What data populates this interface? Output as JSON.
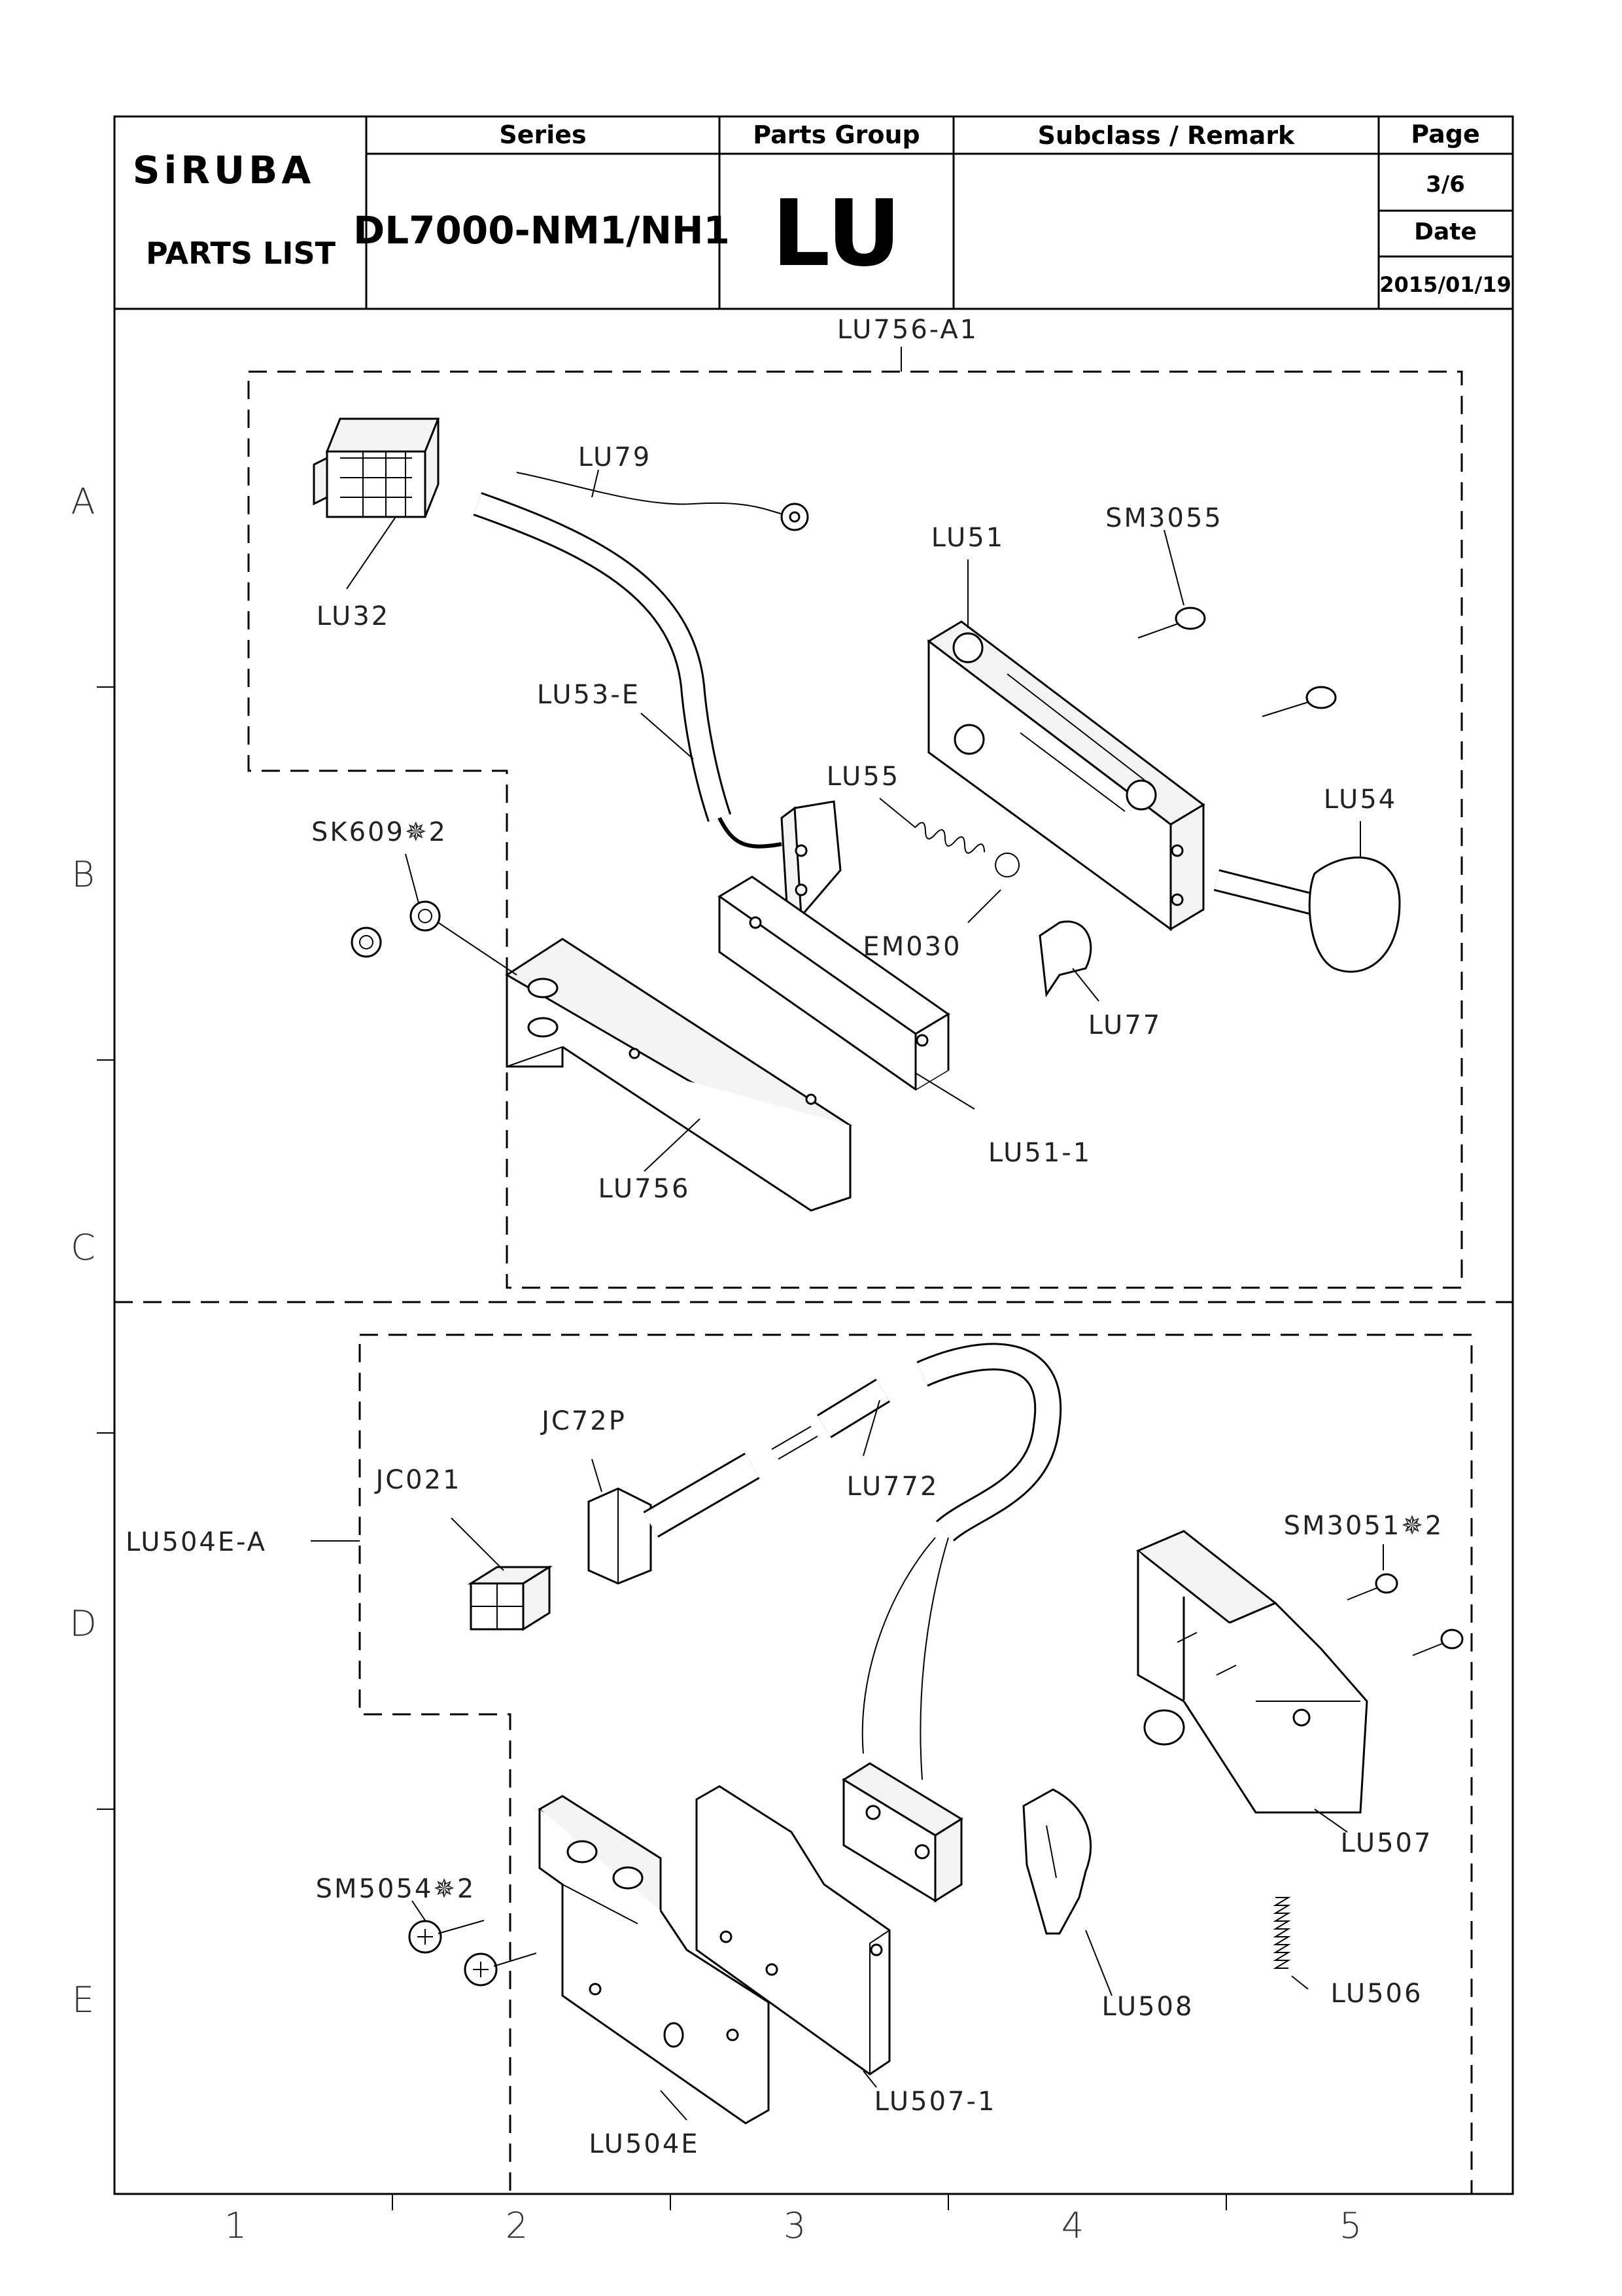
{
  "header": {
    "brand": "SiRUBA",
    "doc_type": "PARTS LIST",
    "series_label": "Series",
    "series_value": "DL7000-NM1/NH1",
    "parts_group_label": "Parts Group",
    "parts_group_value": "LU",
    "subclass_label": "Subclass / Remark",
    "subclass_value": "",
    "page_label": "Page",
    "page_value": "3/6",
    "date_label": "Date",
    "date_value": "2015/01/19"
  },
  "grid": {
    "rows": [
      "A",
      "B",
      "C",
      "D",
      "E"
    ],
    "columns": [
      "1",
      "2",
      "3",
      "4",
      "5"
    ]
  },
  "assemblies": {
    "upper": "LU756-A1",
    "lower": "LU504E-A"
  },
  "callouts": {
    "lu79": "LU79",
    "lu32": "LU32",
    "lu51": "LU51",
    "sm3055": "SM3055",
    "lu53e": "LU53-E",
    "lu55": "LU55",
    "lu54": "LU54",
    "sk609": "SK609✵2",
    "em030": "EM030",
    "lu77": "LU77",
    "lu756": "LU756",
    "lu51_1": "LU51-1",
    "jc72p": "JC72P",
    "jc021": "JC021",
    "lu772": "LU772",
    "sm3051": "SM3051✵2",
    "lu507": "LU507",
    "sm5054": "SM5054✵2",
    "lu506": "LU506",
    "lu508": "LU508",
    "lu507_1": "LU507-1",
    "lu504e": "LU504E"
  }
}
